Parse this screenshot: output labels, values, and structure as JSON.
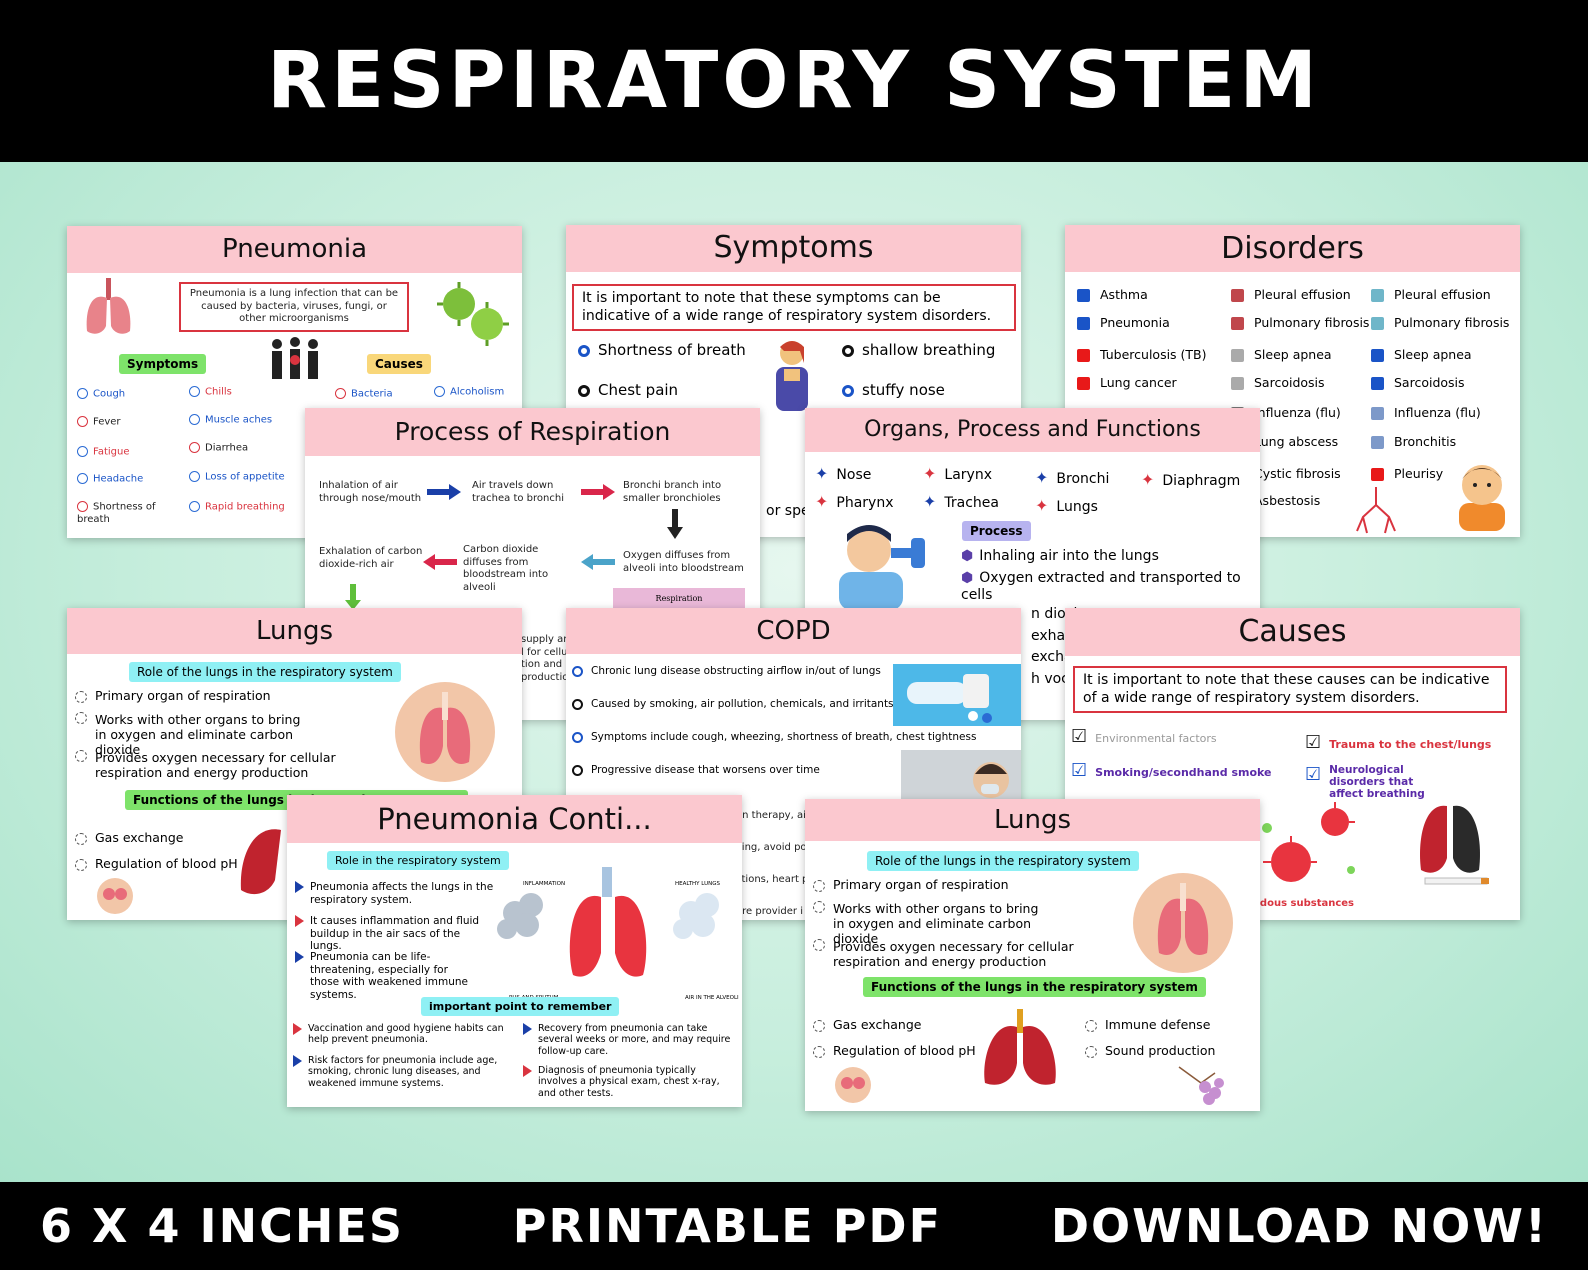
{
  "header": {
    "title": "RESPIRATORY SYSTEM"
  },
  "footer": {
    "size": "6 X 4 INCHES",
    "format": "PRINTABLE PDF",
    "cta": "DOWNLOAD NOW!"
  },
  "pneumonia": {
    "title": "Pneumonia",
    "definition": "Pneumonia is a lung infection that can be caused by bacteria, viruses, fungi, or other microorganisms",
    "symptoms_label": "Symptoms",
    "causes_label": "Causes",
    "col1": [
      "Cough",
      "Fever",
      "Fatigue",
      "Headache",
      "Shortness of breath"
    ],
    "col2": [
      "Chills",
      "Muscle aches",
      "Diarrhea",
      "Loss of appetite",
      "Rapid breathing"
    ],
    "col3": [
      "Bacteria"
    ],
    "col4": [
      "Alcoholism"
    ]
  },
  "symptoms": {
    "title": "Symptoms",
    "note": "It is important to note that these symptoms can be indicative of a wide range of respiratory system disorders.",
    "items": [
      "Shortness of breath",
      "shallow breathing",
      "Chest pain",
      "stuffy nose"
    ],
    "partial": "or spec"
  },
  "disorders": {
    "title": "Disorders",
    "col1": [
      "Asthma",
      "Pneumonia",
      "Tuberculosis (TB)",
      "Lung cancer"
    ],
    "col2": [
      "Pleural effusion",
      "Pulmonary fibrosis",
      "Sleep apnea",
      "Sarcoidosis",
      "Influenza (flu)",
      "Lung abscess",
      "Cystic fibrosis",
      "Asbestosis"
    ],
    "col3": [
      "Pleural effusion",
      "Pulmonary fibrosis",
      "Sleep apnea",
      "Sarcoidosis",
      "Influenza (flu)",
      "Bronchitis",
      "Pleurisy"
    ]
  },
  "process": {
    "title": "Process of Respiration",
    "steps": [
      "Inhalation of air through nose/mouth",
      "Air travels down trachea to bronchi",
      "Bronchi branch into smaller bronchioles",
      "Oxygen diffuses from alveoli into bloodstream",
      "Carbon dioxide diffuses from bloodstream into alveoli",
      "Exhalation of carbon dioxide-rich air"
    ],
    "badge": "Respiration",
    "partial": [
      "supply an",
      "l for cellu",
      "tion and",
      "production"
    ]
  },
  "organs": {
    "title": "Organs, Process and Functions",
    "organs": [
      "Nose",
      "Larynx",
      "Bronchi",
      "Diaphragm",
      "Pharynx",
      "Trachea",
      "Lungs"
    ],
    "process_label": "Process",
    "process": [
      "Inhaling air into the lungs",
      "Oxygen extracted and transported to cells"
    ],
    "partial": [
      "n dioxi",
      "exhale",
      "exchan",
      "h voca"
    ]
  },
  "lungs1": {
    "title": "Lungs",
    "role_label": "Role of the lungs in the respiratory system",
    "roles": [
      "Primary organ of respiration",
      "Works with other organs to bring in oxygen and eliminate carbon dioxide",
      "Provides oxygen necessary for cellular respiration and energy production"
    ],
    "functions_label": "Functions of the lungs in the respiratory system",
    "functions": [
      "Gas exchange",
      "Regulation of blood pH"
    ]
  },
  "copd": {
    "title": "COPD",
    "items": [
      "Chronic lung disease obstructing airflow in/out of lungs",
      "Caused by smoking, air pollution, chemicals, and irritants",
      "Symptoms include cough, wheezing, shortness of breath, chest tightness",
      "Progressive disease that worsens over time"
    ],
    "partial": [
      "en therapy, ai",
      "king, avoid po",
      "ctions, heart p",
      "are provider i"
    ]
  },
  "causes": {
    "title": "Causes",
    "note": "It is important to note that these causes can be indicative of a wide range of respiratory system disorders.",
    "left": [
      "Environmental factors",
      "Smoking/secondhand smoke"
    ],
    "right": [
      "Trauma to the chest/lungs",
      "Neurological disorders that affect breathing"
    ],
    "partial": "rdous substances"
  },
  "pneumonia2": {
    "title": "Pneumonia Conti...",
    "role_label": "Role  in the respiratory system",
    "roles": [
      "Pneumonia affects the lungs in the respiratory system.",
      "It causes inflammation and fluid buildup in the air sacs of the lungs.",
      "Pneumonia can be life-threatening, especially for those with weakened immune systems."
    ],
    "diagram_labels": [
      "INFLAMMATION",
      "HEALTHY LUNGS",
      "PUS AND SPUTUM",
      "AIR IN THE ALVEOLI"
    ],
    "important_label": "important point to remember",
    "left": [
      "Vaccination and good hygiene habits can help prevent pneumonia.",
      "Risk factors for pneumonia include age, smoking, chronic lung diseases, and weakened immune systems."
    ],
    "right": [
      "Recovery from pneumonia can take several weeks or more, and may require follow-up care.",
      "Diagnosis of pneumonia typically involves a physical exam, chest x-ray, and other tests."
    ]
  },
  "lungs2": {
    "title": "Lungs",
    "role_label": "Role of the lungs in the respiratory system",
    "roles": [
      "Primary organ of respiration",
      "Works with other organs to bring in oxygen and eliminate carbon dioxide",
      "Provides oxygen necessary for cellular respiration and energy production"
    ],
    "functions_label": "Functions of the lungs in the respiratory system",
    "functions_left": [
      "Gas exchange",
      "Regulation of blood pH"
    ],
    "functions_right": [
      "Immune defense",
      "Sound production"
    ]
  },
  "colors": {
    "pink_header": "#fbc8cf",
    "banner": "#000000",
    "background": "#c7eedd",
    "red": "#d9343f",
    "blue": "#1a54c7"
  }
}
